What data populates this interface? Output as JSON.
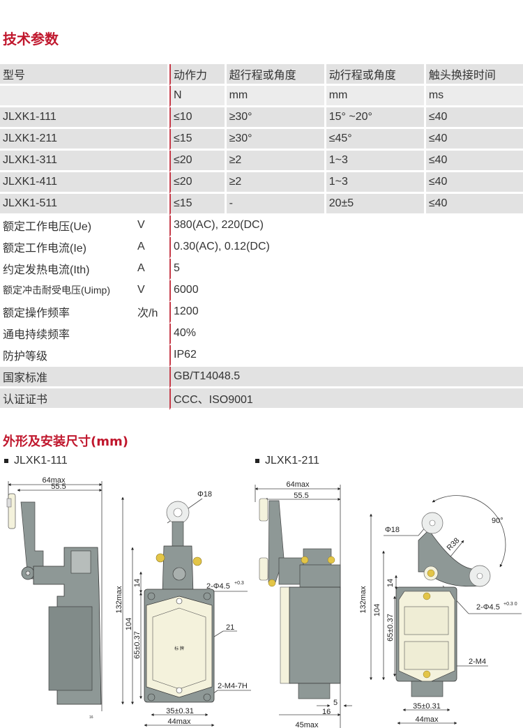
{
  "section_titles": {
    "tech_params": "技术参数",
    "dimensions": "外形及安装尺寸(mm)"
  },
  "spec_table": {
    "headers": [
      "型号",
      "动作力",
      "超行程或角度",
      "动行程或角度",
      "触头换接时间"
    ],
    "units": [
      "",
      "N",
      "mm",
      "mm",
      "ms"
    ],
    "rows": [
      [
        "JLXK1-111",
        "≤10",
        "≥30°",
        "15° ~20°",
        "≤40"
      ],
      [
        "JLXK1-211",
        "≤15",
        "≥30°",
        "≤45°",
        "≤40"
      ],
      [
        "JLXK1-311",
        "≤20",
        "≥2",
        "1~3",
        "≤40"
      ],
      [
        "JLXK1-411",
        "≤20",
        "≥2",
        "1~3",
        "≤40"
      ],
      [
        "JLXK1-511",
        "≤15",
        "-",
        "20±5",
        "≤40"
      ]
    ]
  },
  "ratings": [
    {
      "name": "额定工作电压(Ue)",
      "unit": "V",
      "value": "380(AC), 220(DC)"
    },
    {
      "name": "额定工作电流(Ie)",
      "unit": "A",
      "value": "0.30(AC), 0.12(DC)"
    },
    {
      "name": "约定发热电流(Ith)",
      "unit": "A",
      "value": "5"
    },
    {
      "name": "额定冲击耐受电压(Uimp)",
      "unit": "V",
      "value": "6000"
    },
    {
      "name": "额定操作频率",
      "unit": "次/h",
      "value": "1200"
    },
    {
      "name": "通电持续频率",
      "unit": "",
      "value": "40%"
    },
    {
      "name": "防护等级",
      "unit": "",
      "value": "IP62"
    },
    {
      "name": "国家标准",
      "unit": "",
      "value": "GB/T14048.5"
    },
    {
      "name": "认证证书",
      "unit": "",
      "value": "CCC、ISO9001"
    }
  ],
  "drawings": [
    {
      "model": "JLXK1-111",
      "dims": {
        "overall_width": "64max",
        "axis_width": "55.5",
        "roller_dia": "Φ18",
        "height": "132max",
        "body_height": "104",
        "offset": "14",
        "hole_pitch_v": "65±0.37",
        "mount_hole": "2-Φ4.5",
        "mount_tol": "+0.3",
        "label_ref": "21",
        "thread": "2-M4-7H",
        "hole_pitch_h": "35±0.31",
        "body_width": "44max",
        "nameplate": "标 牌",
        "small_dim": "16"
      }
    },
    {
      "model": "JLXK1-211",
      "dims": {
        "overall_width": "64max",
        "axis_width": "55.5",
        "roller_dia": "Φ18",
        "angle": "90°",
        "radius": "R38",
        "height": "132max",
        "body_height": "104",
        "offset": "14",
        "hole_pitch_v": "65±0.37",
        "mount_hole": "2-Φ4.5",
        "mount_tol": "+0.3 0",
        "thread": "2-M4",
        "hole_pitch_h": "35±0.31",
        "body_width": "44max",
        "depth": "45max",
        "gap1": "5",
        "gap2": "16"
      }
    }
  ],
  "colors": {
    "accent": "#c0172d",
    "row_gray": "#e2e2e2",
    "body_gray": "#8e9896",
    "plate_cream": "#f4f2dc",
    "brass": "#e3c547"
  }
}
